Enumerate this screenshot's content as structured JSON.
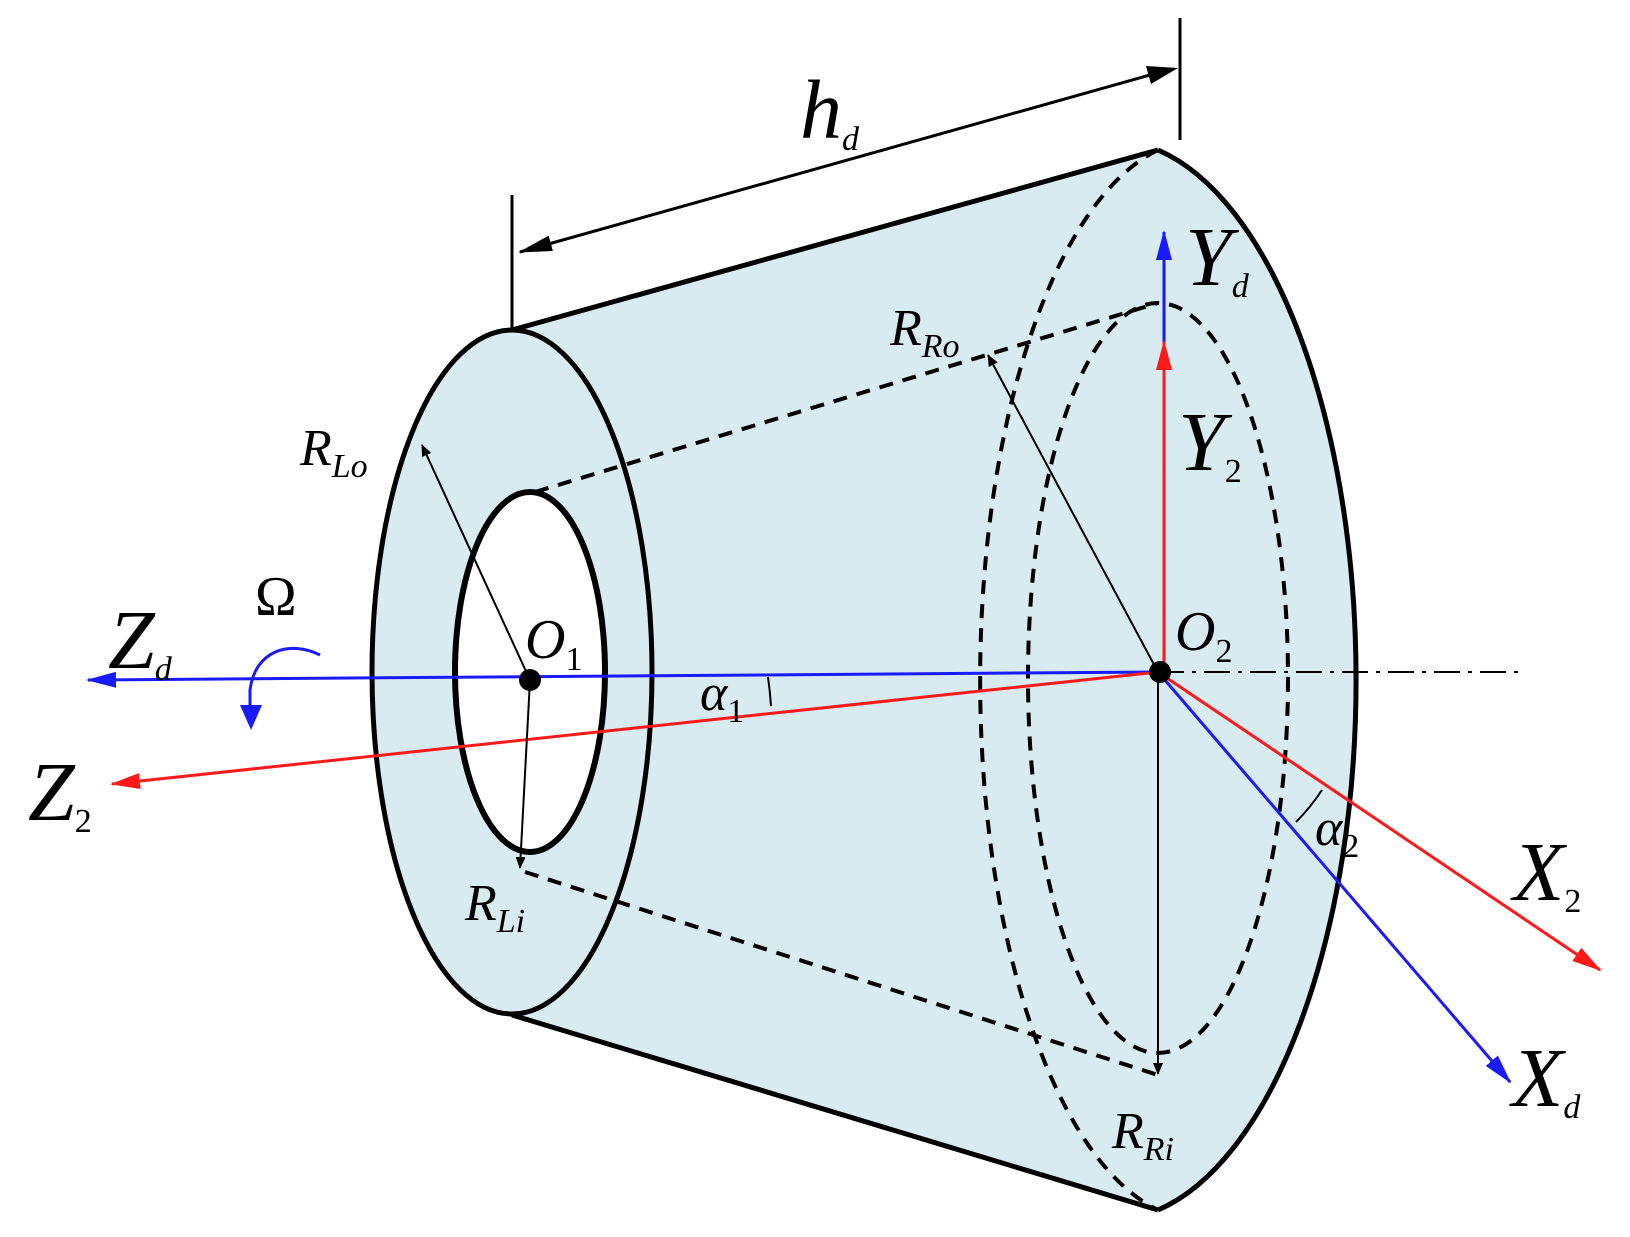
{
  "colors": {
    "body_fill": "#d7ebf0",
    "outline": "#000000",
    "axis_blue": "#1a1aff",
    "axis_red": "#ff1a1a",
    "dimension": "#000000"
  },
  "labels": {
    "h_d": {
      "main": "h",
      "sub": "d"
    },
    "Y_d": {
      "main": "Y",
      "sub": "d"
    },
    "Y_2": {
      "main": "Y",
      "sub": "2"
    },
    "Z_d": {
      "main": "Z",
      "sub": "d"
    },
    "Z_2": {
      "main": "Z",
      "sub": "2"
    },
    "X_2": {
      "main": "X",
      "sub": "2"
    },
    "X_d": {
      "main": "X",
      "sub": "d"
    },
    "O_1": {
      "main": "O",
      "sub": "1"
    },
    "O_2": {
      "main": "O",
      "sub": "2"
    },
    "alpha_1": {
      "main": "α",
      "sub": "1"
    },
    "alpha_2": {
      "main": "α",
      "sub": "2"
    },
    "omega": "Ω",
    "R_Lo": {
      "main": "R",
      "sub": "Lo"
    },
    "R_Li": {
      "main": "R",
      "sub": "Li"
    },
    "R_Ro": {
      "main": "R",
      "sub": "Ro"
    },
    "R_Ri": {
      "main": "R",
      "sub": "Ri"
    }
  },
  "icons": [
    "rotation-arrow-icon",
    "dimension-arrow-icon"
  ]
}
